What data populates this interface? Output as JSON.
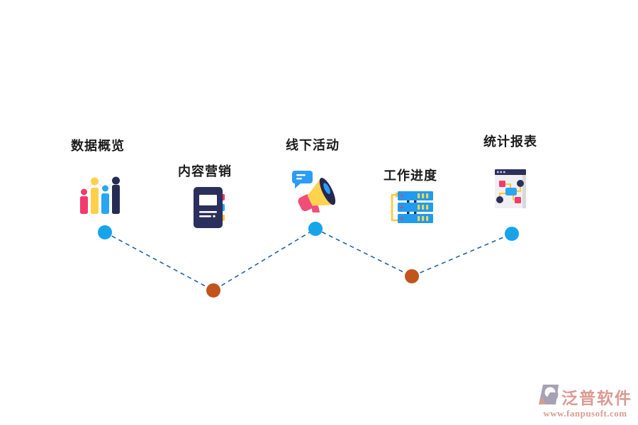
{
  "canvas": {
    "background": "#ffffff"
  },
  "stages": [
    {
      "label": "数据概览",
      "icon": "bar-chart-icon",
      "dot_color": "#18a4e9"
    },
    {
      "label": "内容营销",
      "icon": "notebook-icon",
      "dot_color": "#c2551c"
    },
    {
      "label": "线下活动",
      "icon": "megaphone-icon",
      "dot_color": "#18a4e9"
    },
    {
      "label": "工作进度",
      "icon": "server-stack-icon",
      "dot_color": "#c2551c"
    },
    {
      "label": "统计报表",
      "icon": "report-window-icon",
      "dot_color": "#18a4e9"
    }
  ],
  "timeline": {
    "line_color": "#1f63ac",
    "line_style": "dashed"
  },
  "palette": {
    "pink": "#f23a6e",
    "yellow": "#ffd04a",
    "blue": "#28a7f0",
    "navy": "#262b54"
  },
  "watermark": {
    "brand": "泛普软件",
    "url": "www.fanpusoft.com",
    "text_color": "#db9a92"
  }
}
